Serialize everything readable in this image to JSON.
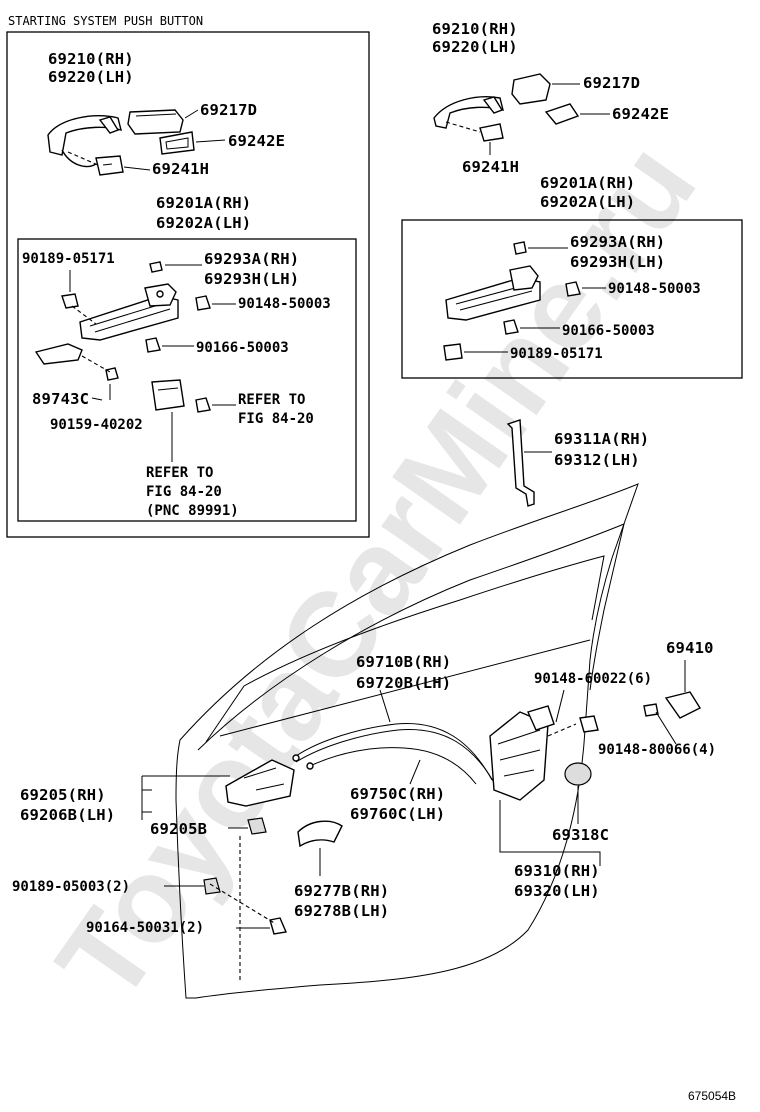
{
  "header": "STARTING SYSTEM PUSH BUTTON",
  "watermark": "ToyotaCarMine.ru",
  "figure_id": "675054B",
  "labels": {
    "l_69210_rh": "69210(RH)",
    "l_69220_lh": "69220(LH)",
    "l_69217d": "69217D",
    "l_69242e": "69242E",
    "l_69241h": "69241H",
    "l_69201a_rh": "69201A(RH)",
    "l_69202a_lh": "69202A(LH)",
    "l_90189_05171": "90189-05171",
    "l_69293a_rh": "69293A(RH)",
    "l_69293h_lh": "69293H(LH)",
    "l_90148_50003": "90148-50003",
    "l_90166_50003": "90166-50003",
    "l_89743c": "89743C",
    "l_90159_40202": "90159-40202",
    "l_refer_to": "REFER TO",
    "l_fig_84_20": "FIG 84-20",
    "l_pnc_89991": "(PNC 89991)",
    "r_69210_rh": "69210(RH)",
    "r_69220_lh": "69220(LH)",
    "r_69217d": "69217D",
    "r_69242e": "69242E",
    "r_69241h": "69241H",
    "r_69201a_rh": "69201A(RH)",
    "r_69202a_lh": "69202A(LH)",
    "r_69293a_rh": "69293A(RH)",
    "r_69293h_lh": "69293H(LH)",
    "r_90148_50003": "90148-50003",
    "r_90166_50003": "90166-50003",
    "r_90189_05171": "90189-05171",
    "p_69311a_rh": "69311A(RH)",
    "p_69312_lh": "69312(LH)",
    "p_69410": "69410",
    "p_90148_60022": "90148-60022(6)",
    "p_90148_80066": "90148-80066(4)",
    "p_69710b_rh": "69710B(RH)",
    "p_69720b_lh": "69720B(LH)",
    "p_69205_rh": "69205(RH)",
    "p_69206b_lh": "69206B(LH)",
    "p_69205b": "69205B",
    "p_69750c_rh": "69750C(RH)",
    "p_69760c_lh": "69760C(LH)",
    "p_69318c": "69318C",
    "p_69310_rh": "69310(RH)",
    "p_69320_lh": "69320(LH)",
    "p_90189_05003": "90189-05003(2)",
    "p_69277b_rh": "69277B(RH)",
    "p_69278b_lh": "69278B(LH)",
    "p_90164_50031": "90164-50031(2)"
  }
}
